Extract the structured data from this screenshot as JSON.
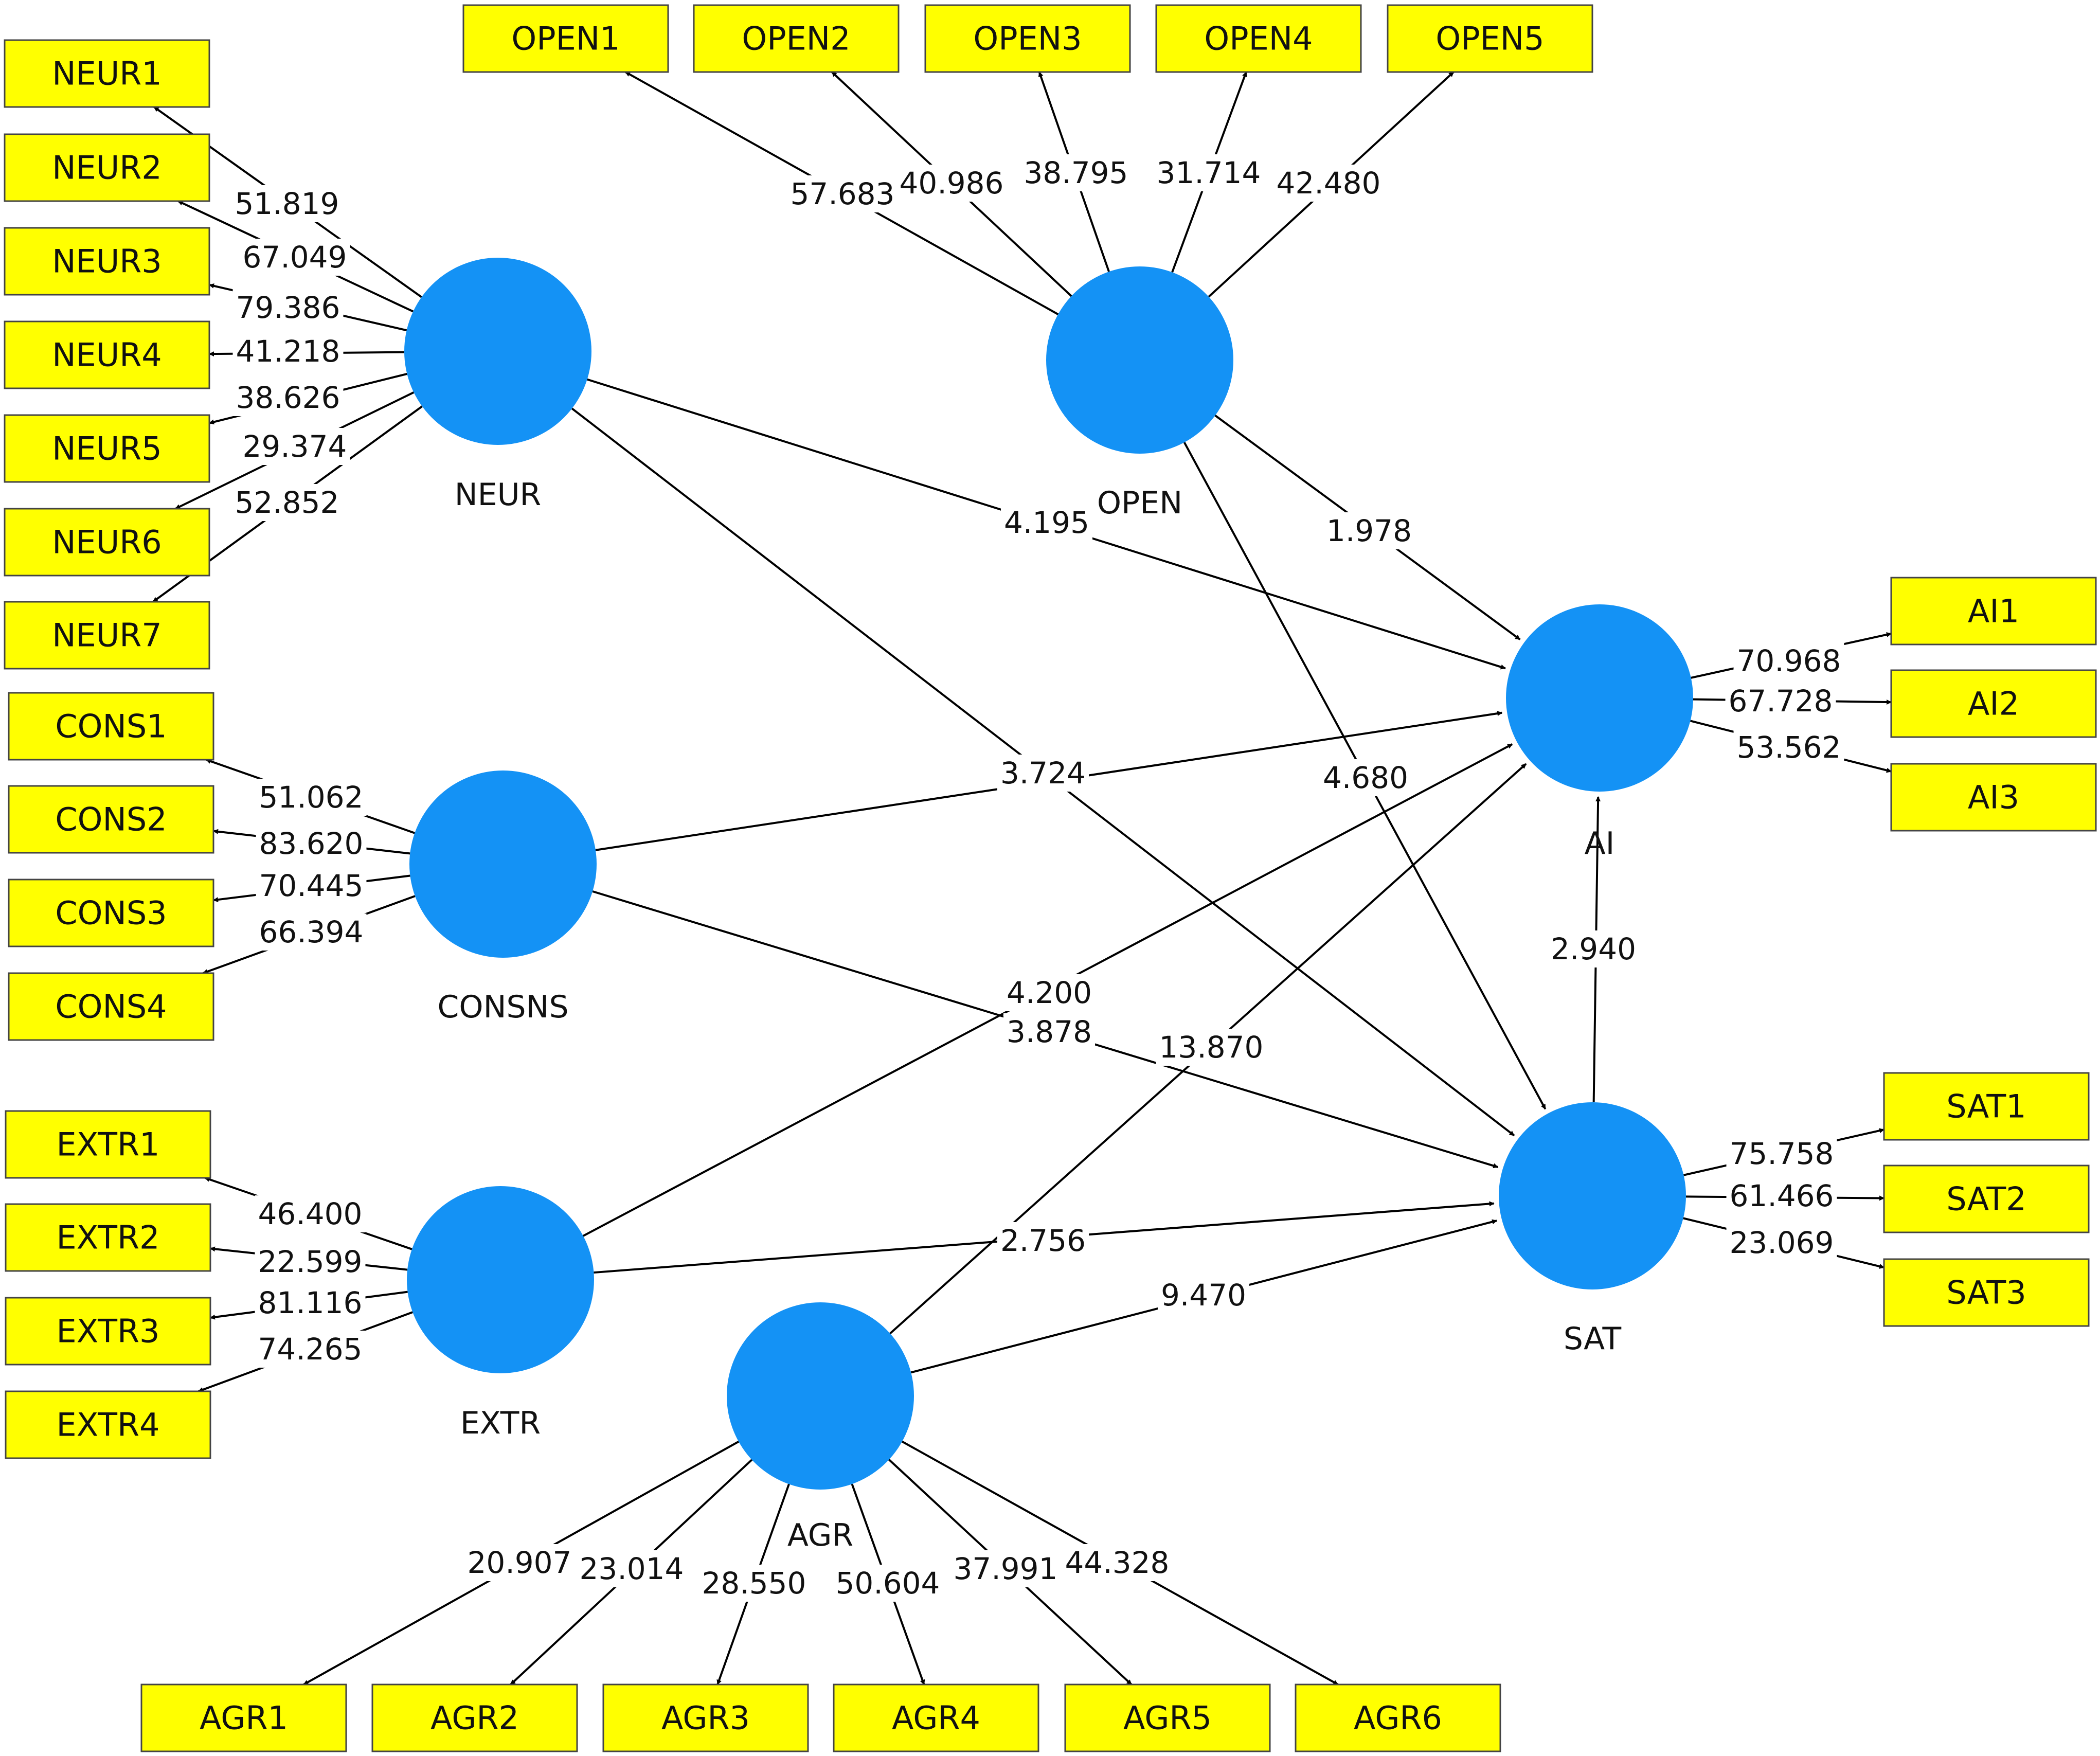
{
  "latents": [
    {
      "id": "NEUR",
      "label": "NEUR"
    },
    {
      "id": "OPEN",
      "label": "OPEN"
    },
    {
      "id": "CONSNS",
      "label": "CONSNS"
    },
    {
      "id": "EXTR",
      "label": "EXTR"
    },
    {
      "id": "AGR",
      "label": "AGR"
    },
    {
      "id": "AI",
      "label": "AI"
    },
    {
      "id": "SAT",
      "label": "SAT"
    }
  ],
  "indicators": [
    {
      "id": "NEUR1",
      "label": "NEUR1"
    },
    {
      "id": "NEUR2",
      "label": "NEUR2"
    },
    {
      "id": "NEUR3",
      "label": "NEUR3"
    },
    {
      "id": "NEUR4",
      "label": "NEUR4"
    },
    {
      "id": "NEUR5",
      "label": "NEUR5"
    },
    {
      "id": "NEUR6",
      "label": "NEUR6"
    },
    {
      "id": "NEUR7",
      "label": "NEUR7"
    },
    {
      "id": "OPEN1",
      "label": "OPEN1"
    },
    {
      "id": "OPEN2",
      "label": "OPEN2"
    },
    {
      "id": "OPEN3",
      "label": "OPEN3"
    },
    {
      "id": "OPEN4",
      "label": "OPEN4"
    },
    {
      "id": "OPEN5",
      "label": "OPEN5"
    },
    {
      "id": "CONS1",
      "label": "CONS1"
    },
    {
      "id": "CONS2",
      "label": "CONS2"
    },
    {
      "id": "CONS3",
      "label": "CONS3"
    },
    {
      "id": "CONS4",
      "label": "CONS4"
    },
    {
      "id": "EXTR1",
      "label": "EXTR1"
    },
    {
      "id": "EXTR2",
      "label": "EXTR2"
    },
    {
      "id": "EXTR3",
      "label": "EXTR3"
    },
    {
      "id": "EXTR4",
      "label": "EXTR4"
    },
    {
      "id": "AGR1",
      "label": "AGR1"
    },
    {
      "id": "AGR2",
      "label": "AGR2"
    },
    {
      "id": "AGR3",
      "label": "AGR3"
    },
    {
      "id": "AGR4",
      "label": "AGR4"
    },
    {
      "id": "AGR5",
      "label": "AGR5"
    },
    {
      "id": "AGR6",
      "label": "AGR6"
    },
    {
      "id": "AI1",
      "label": "AI1"
    },
    {
      "id": "AI2",
      "label": "AI2"
    },
    {
      "id": "AI3",
      "label": "AI3"
    },
    {
      "id": "SAT1",
      "label": "SAT1"
    },
    {
      "id": "SAT2",
      "label": "SAT2"
    },
    {
      "id": "SAT3",
      "label": "SAT3"
    }
  ],
  "edges": [
    {
      "from": "NEUR",
      "to": "NEUR1",
      "value": "51.819"
    },
    {
      "from": "NEUR",
      "to": "NEUR2",
      "value": "67.049"
    },
    {
      "from": "NEUR",
      "to": "NEUR3",
      "value": "79.386"
    },
    {
      "from": "NEUR",
      "to": "NEUR4",
      "value": "41.218"
    },
    {
      "from": "NEUR",
      "to": "NEUR5",
      "value": "38.626"
    },
    {
      "from": "NEUR",
      "to": "NEUR6",
      "value": "29.374"
    },
    {
      "from": "NEUR",
      "to": "NEUR7",
      "value": "52.852"
    },
    {
      "from": "OPEN",
      "to": "OPEN1",
      "value": "57.683"
    },
    {
      "from": "OPEN",
      "to": "OPEN2",
      "value": "40.986"
    },
    {
      "from": "OPEN",
      "to": "OPEN3",
      "value": "38.795"
    },
    {
      "from": "OPEN",
      "to": "OPEN4",
      "value": "31.714"
    },
    {
      "from": "OPEN",
      "to": "OPEN5",
      "value": "42.480"
    },
    {
      "from": "CONSNS",
      "to": "CONS1",
      "value": "51.062"
    },
    {
      "from": "CONSNS",
      "to": "CONS2",
      "value": "83.620"
    },
    {
      "from": "CONSNS",
      "to": "CONS3",
      "value": "70.445"
    },
    {
      "from": "CONSNS",
      "to": "CONS4",
      "value": "66.394"
    },
    {
      "from": "EXTR",
      "to": "EXTR1",
      "value": "46.400"
    },
    {
      "from": "EXTR",
      "to": "EXTR2",
      "value": "22.599"
    },
    {
      "from": "EXTR",
      "to": "EXTR3",
      "value": "81.116"
    },
    {
      "from": "EXTR",
      "to": "EXTR4",
      "value": "74.265"
    },
    {
      "from": "AGR",
      "to": "AGR1",
      "value": "20.907"
    },
    {
      "from": "AGR",
      "to": "AGR2",
      "value": "23.014"
    },
    {
      "from": "AGR",
      "to": "AGR3",
      "value": "28.550"
    },
    {
      "from": "AGR",
      "to": "AGR4",
      "value": "50.604"
    },
    {
      "from": "AGR",
      "to": "AGR5",
      "value": "37.991"
    },
    {
      "from": "AGR",
      "to": "AGR6",
      "value": "44.328"
    },
    {
      "from": "AI",
      "to": "AI1",
      "value": "70.968"
    },
    {
      "from": "AI",
      "to": "AI2",
      "value": "67.728"
    },
    {
      "from": "AI",
      "to": "AI3",
      "value": "53.562"
    },
    {
      "from": "SAT",
      "to": "SAT1",
      "value": "75.758"
    },
    {
      "from": "SAT",
      "to": "SAT2",
      "value": "61.466"
    },
    {
      "from": "SAT",
      "to": "SAT3",
      "value": "23.069"
    },
    {
      "from": "NEUR",
      "to": "AI",
      "value": "4.195"
    },
    {
      "from": "NEUR",
      "to": "SAT",
      "value": "3.724"
    },
    {
      "from": "OPEN",
      "to": "AI",
      "value": "1.978"
    },
    {
      "from": "OPEN",
      "to": "SAT",
      "value": "4.680"
    },
    {
      "from": "CONSNS",
      "to": "AI",
      "value": "3.724"
    },
    {
      "from": "CONSNS",
      "to": "SAT",
      "value": "3.878"
    },
    {
      "from": "EXTR",
      "to": "AI",
      "value": "4.200"
    },
    {
      "from": "EXTR",
      "to": "SAT",
      "value": "2.756"
    },
    {
      "from": "AGR",
      "to": "AI",
      "value": "13.870"
    },
    {
      "from": "AGR",
      "to": "SAT",
      "value": "9.470"
    },
    {
      "from": "SAT",
      "to": "AI",
      "value": "2.940"
    }
  ],
  "colors": {
    "latent_fill": "#1492f5",
    "indicator_fill": "#ffff00",
    "edge": "#000000"
  }
}
